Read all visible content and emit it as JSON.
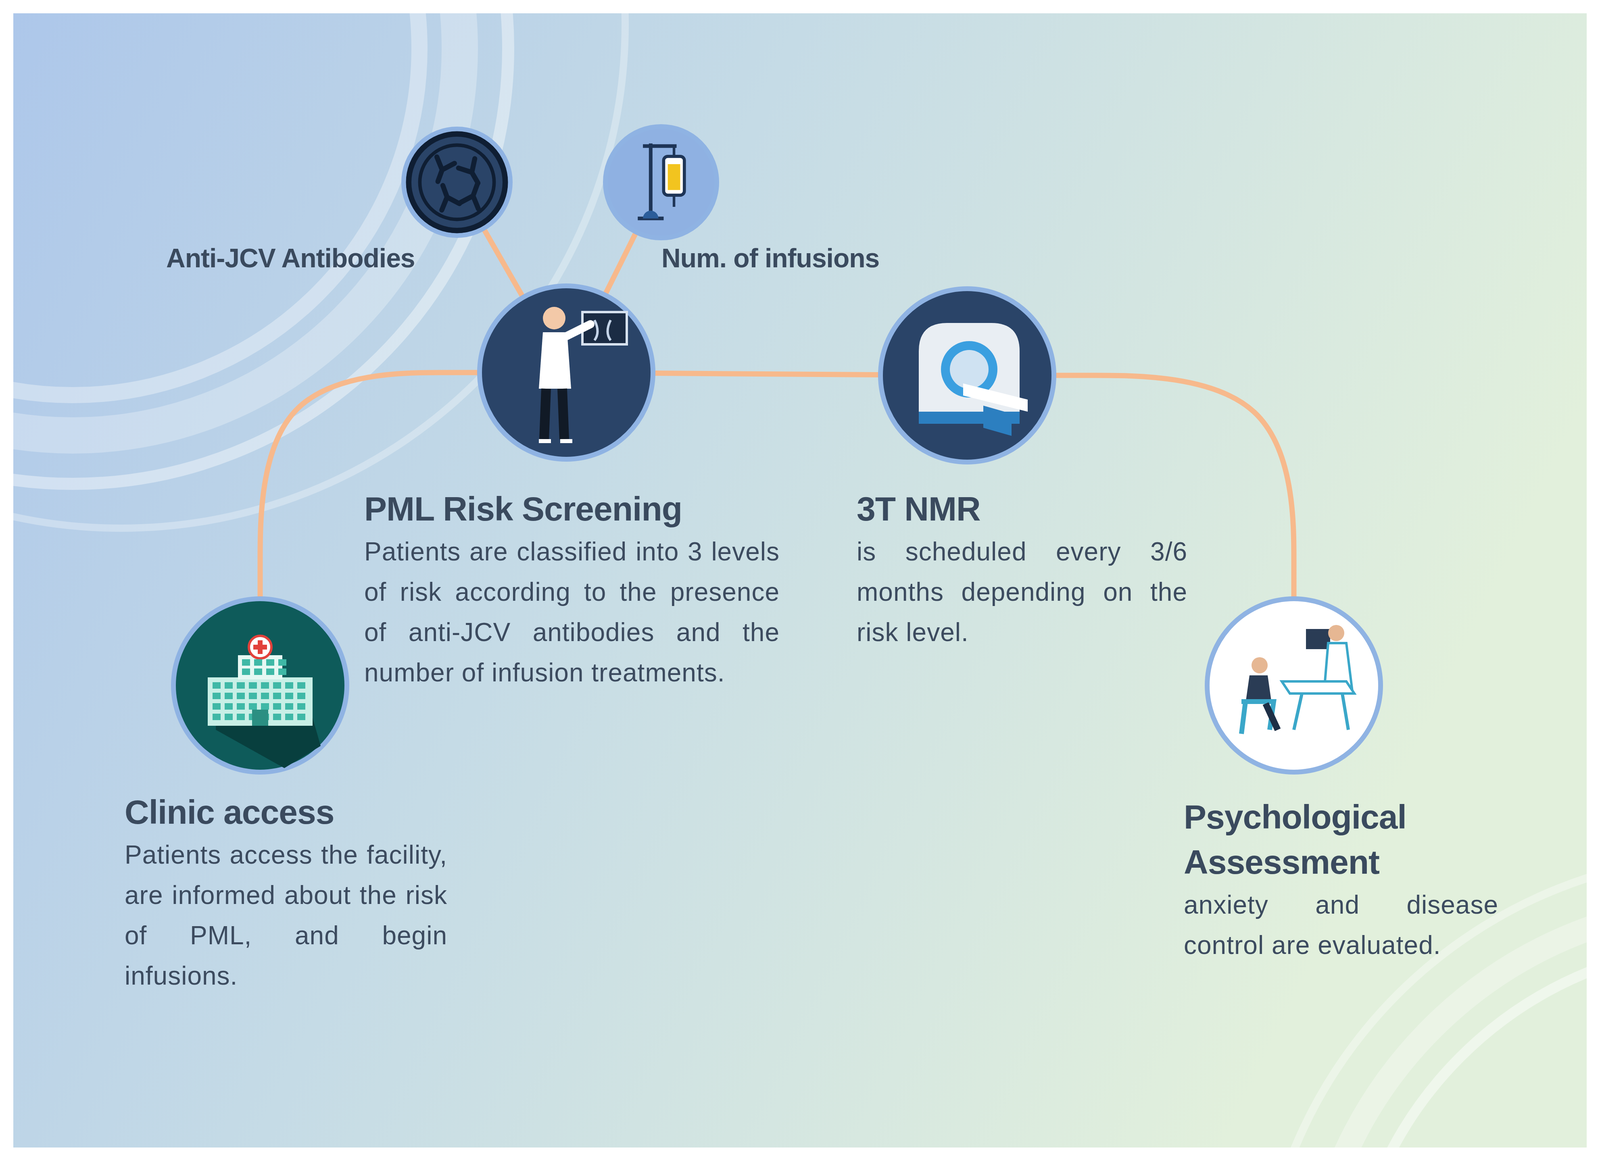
{
  "diagram": {
    "nodes": [
      {
        "text": [
          "Clinic access",
          "Patients access the facility, are informed about the risk of PML, and begin infusions."
        ]
      },
      {
        "text": [
          "Anti-JCV Antibodies"
        ]
      },
      {
        "text": [
          "Num. of infusions"
        ]
      },
      {
        "text": [
          "PML Risk Screening",
          "Patients are classified into 3 levels of risk according to the presence of anti-JCV antibodies and the number of infusion treatments."
        ]
      },
      {
        "text": [
          "3T NMR",
          "is scheduled every 3/6 months depending on the risk level."
        ]
      },
      {
        "text": [
          "Psychological Assessment",
          "anxiety and disease control are evaluated."
        ]
      }
    ],
    "edges": [
      {
        "from": 0,
        "to": 3,
        "arrow": "none"
      },
      {
        "from": 1,
        "to": 3,
        "arrow": "none"
      },
      {
        "from": 2,
        "to": 3,
        "arrow": "none"
      },
      {
        "from": 3,
        "to": 4,
        "arrow": "none"
      },
      {
        "from": 4,
        "to": 5,
        "arrow": "none"
      }
    ]
  }
}
